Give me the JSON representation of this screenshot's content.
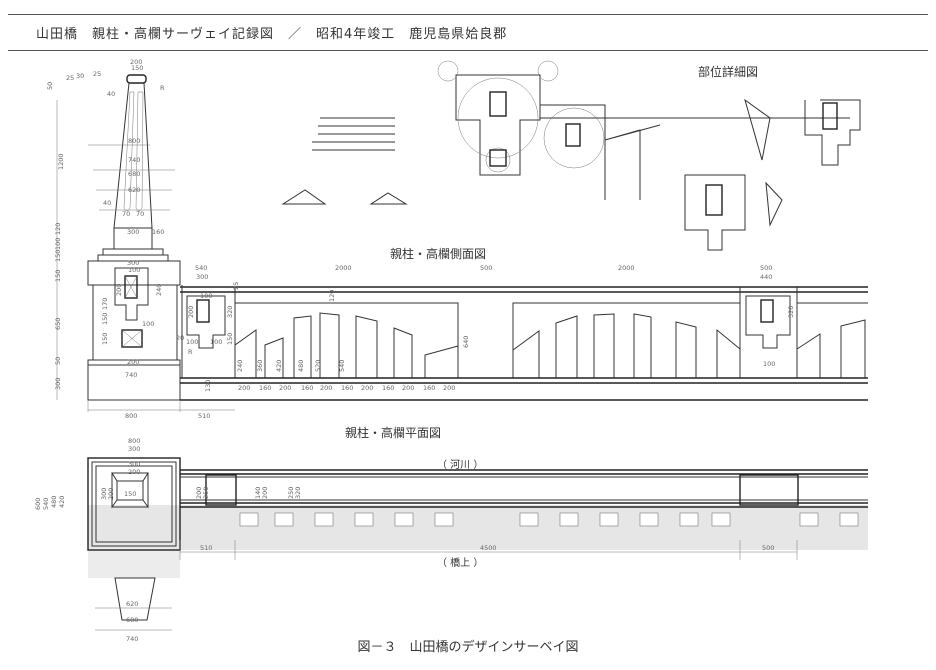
{
  "header": {
    "title": "山田橋　親柱・高欄サーヴェイ記録図　／　昭和4年竣工　鹿児島県姶良郡"
  },
  "views": {
    "detail": "部位詳細図",
    "side_elevation": "親柱・高欄側面図",
    "plan": "親柱・高欄平面図",
    "river_side": "（ 河川 ）",
    "bridge_side": "（ 橋上 ）"
  },
  "dims": {
    "post": [
      "200",
      "150",
      "50",
      "25",
      "30",
      "25",
      "R",
      "40",
      "1200",
      "800",
      "740",
      "680",
      "620",
      "40",
      "70",
      "70",
      "300",
      "160",
      "120",
      "100",
      "150",
      "150",
      "300",
      "100",
      "200",
      "240",
      "170",
      "150",
      "100",
      "150",
      "650",
      "50",
      "300",
      "200",
      "740",
      "R",
      "20",
      "800",
      "510",
      "130"
    ],
    "side": [
      "540",
      "300",
      "2000",
      "500",
      "2000",
      "500",
      "440",
      "100",
      "200",
      "320",
      "100",
      "100",
      "150",
      "25",
      "120",
      "640",
      "100",
      "320",
      "240",
      "360",
      "420",
      "480",
      "520",
      "540",
      "200",
      "160",
      "200",
      "160",
      "200",
      "160",
      "200",
      "160",
      "200",
      "160",
      "200"
    ],
    "plan": [
      "800",
      "300",
      "300",
      "200",
      "600",
      "540",
      "480",
      "420",
      "300",
      "200",
      "150",
      "200",
      "250",
      "140",
      "200",
      "250",
      "320",
      "510",
      "4500",
      "500",
      "620",
      "680",
      "740"
    ]
  },
  "caption": "図－３　山田橋のデザインサーベイ図"
}
